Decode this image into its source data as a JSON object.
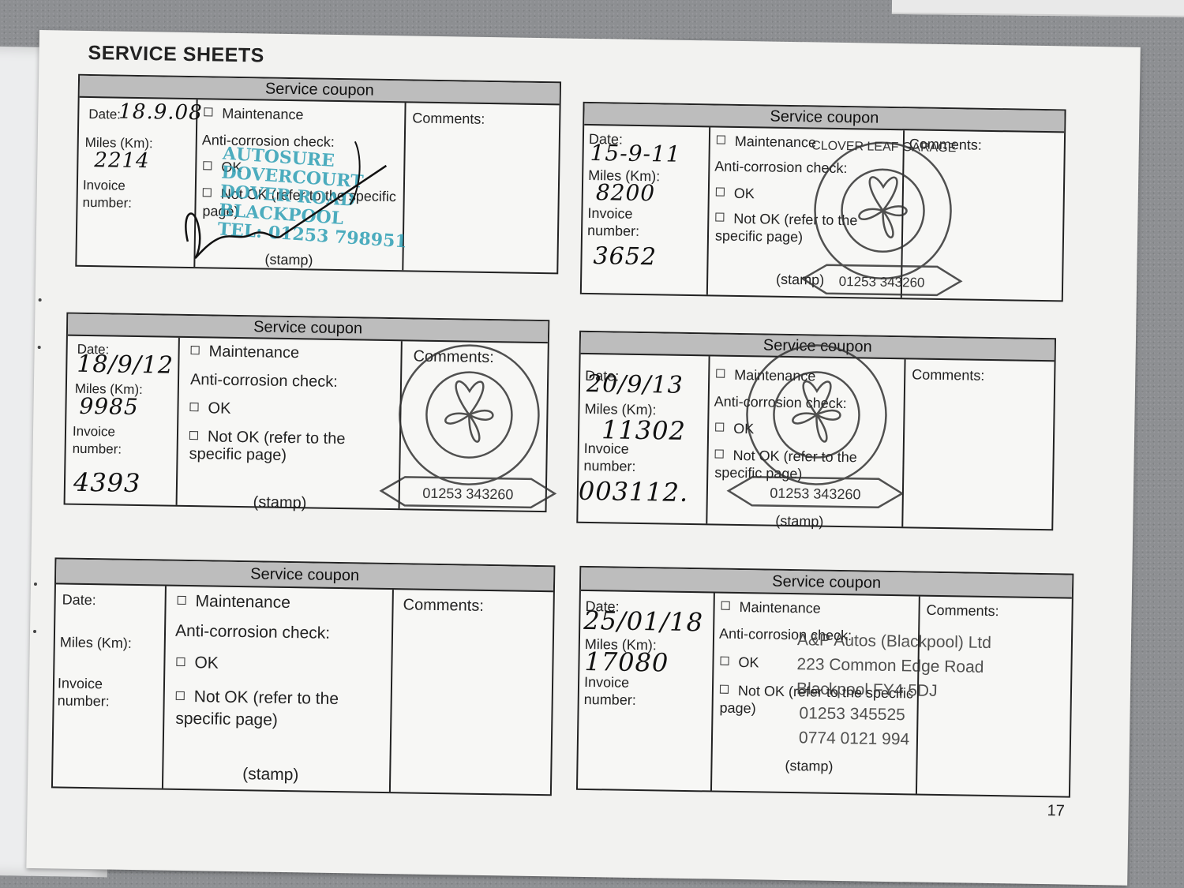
{
  "page": {
    "title": "SERVICE SHEETS",
    "page_number": "17"
  },
  "labels": {
    "heading": "Service coupon",
    "date": "Date:",
    "miles": "Miles (Km):",
    "invoice": "Invoice number:",
    "maintenance": "Maintenance",
    "anti_corrosion": "Anti-corrosion check:",
    "ok": "OK",
    "not_ok": "Not OK (refer to the specific page)",
    "stamp": "(stamp)",
    "comments": "Comments:"
  },
  "coupons": [
    {
      "date": "18.9.08",
      "miles": "2214",
      "invoice": ""
    },
    {
      "date": "15-9-11",
      "miles": "8200",
      "invoice": "3652"
    },
    {
      "date": "18/9/12",
      "miles": "9985",
      "invoice": "4393"
    },
    {
      "date": "20/9/13",
      "miles": "11302",
      "invoice": "003112."
    },
    {
      "date": "",
      "miles": "",
      "invoice": ""
    },
    {
      "date": "25/01/18",
      "miles": "17080",
      "invoice": ""
    }
  ],
  "stamps": {
    "autosure": [
      "AUTOSURE",
      "DOVERCOURT",
      "DOVER ROAD",
      "BLACKPOOL",
      "TEL: 01253 798951"
    ],
    "clover": {
      "name": "CLOVER LEAF GARAGE",
      "phone": "01253 343260"
    },
    "ap_autos": [
      "A&P Autos (Blackpool) Ltd",
      "223 Common Edge Road",
      "Blackpool  FY4 5DJ",
      "01253 345525",
      "0774 0121 994"
    ]
  },
  "colors": {
    "blue_stamp": "#2f9fb5",
    "header_grey": "#bdbdbd",
    "ink": "#111111"
  }
}
